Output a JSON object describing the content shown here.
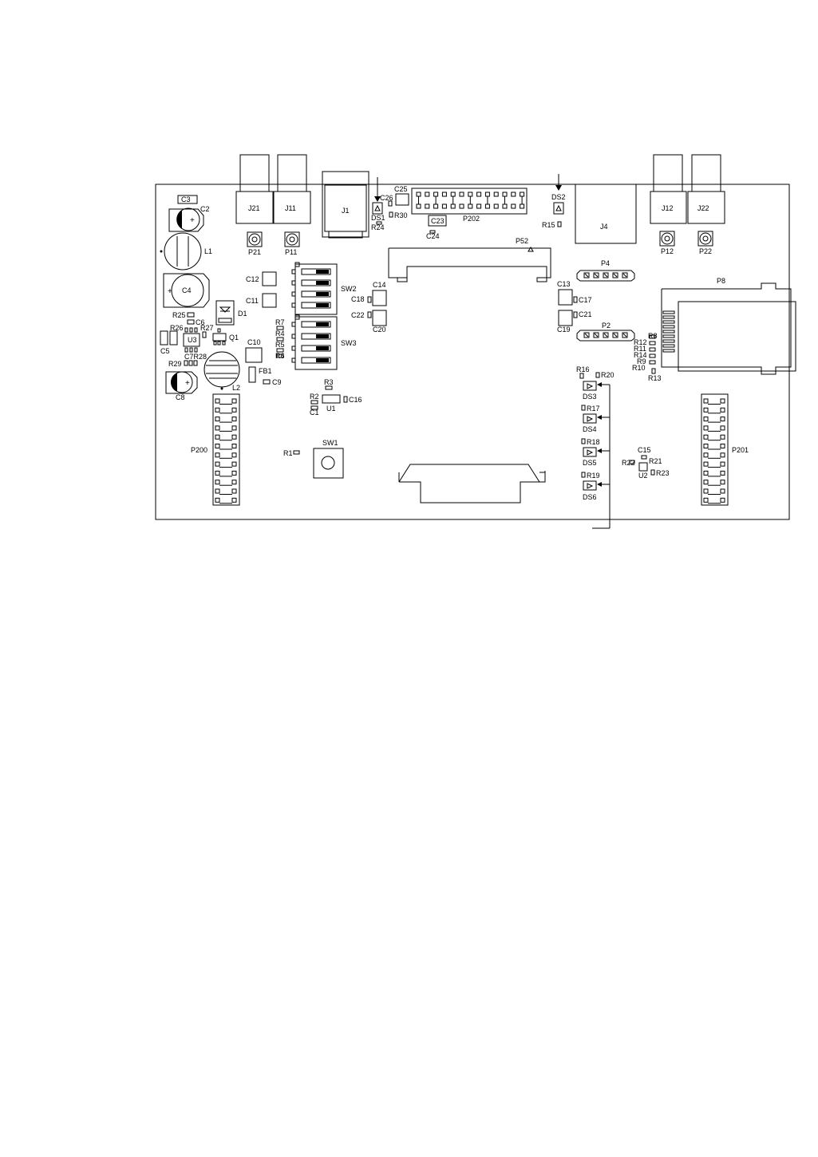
{
  "labels": {
    "j21": "J21",
    "j11": "J11",
    "j1": "J1",
    "j4": "J4",
    "j12": "J12",
    "j22": "J22",
    "c3": "C3",
    "c2": "C2",
    "l1": "L1",
    "c4": "C4",
    "c12": "C12",
    "c11": "C11",
    "sw2": "SW2",
    "sw3": "SW3",
    "c14": "C14",
    "c18": "C18",
    "c22": "C22",
    "c20": "C20",
    "c13": "C13",
    "c17": "C17",
    "c21": "C21",
    "c19": "C19",
    "c25": "C25",
    "c26": "C26",
    "ds1": "DS1",
    "r30": "R30",
    "r24": "R24",
    "c23": "C23",
    "c24": "C24",
    "p202": "P202",
    "ds2": "DS2",
    "r15": "R15",
    "p52": "P52",
    "p21": "P21",
    "p11": "P11",
    "p12": "P12",
    "p22": "P22",
    "p4": "P4",
    "p2": "P2",
    "p8": "P8",
    "r25": "R25",
    "c6": "C6",
    "r26": "R26",
    "r27": "R27",
    "d1": "D1",
    "q1": "Q1",
    "c5": "C5",
    "u3": "U3",
    "c7r28": "C7R28",
    "r29": "R29",
    "c8": "C8",
    "l2": "L2",
    "c10": "C10",
    "fb1": "FB1",
    "c9": "C9",
    "r7": "R7",
    "r4": "R4",
    "r5": "R5",
    "r6": "R6",
    "r3": "R3",
    "r2": "R2",
    "c1": "C1",
    "u1": "U1",
    "c16": "C16",
    "r1": "R1",
    "sw1": "SW1",
    "p200": "P200",
    "p201": "P201",
    "r16": "R16",
    "r20": "R20",
    "ds3": "DS3",
    "r17": "R17",
    "ds4": "DS4",
    "r18": "R18",
    "ds5": "DS5",
    "r19": "R19",
    "ds6": "DS6",
    "c15": "C15",
    "r22": "R22",
    "r21": "R21",
    "u2": "U2",
    "r23": "R23",
    "r8": "R8",
    "r12": "R12",
    "r11": "R11",
    "r14": "R14",
    "r9": "R9",
    "r10": "R10",
    "r13": "R13"
  }
}
